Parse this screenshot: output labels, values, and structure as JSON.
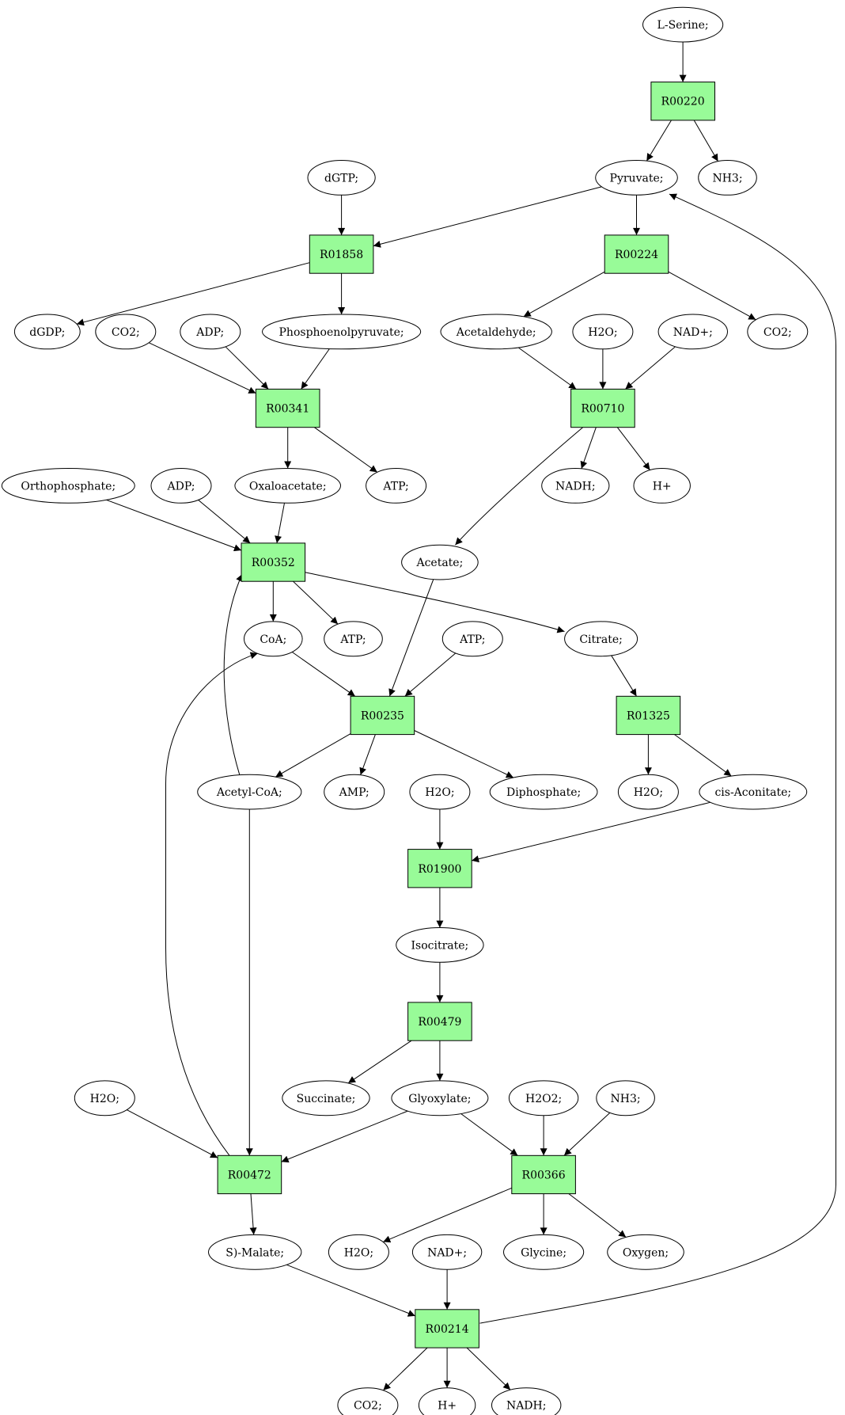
{
  "colors": {
    "reaction": "#98fb98",
    "start": "#00ee00",
    "target": "#ffff00",
    "compound": "#ffffff"
  },
  "nodes": [
    {
      "id": "serine",
      "label": "L-Serine;",
      "kind": "compound",
      "fill": "#00ee00"
    },
    {
      "id": "R00220",
      "label": "R00220",
      "kind": "reaction"
    },
    {
      "id": "pyruvate",
      "label": "Pyruvate;",
      "kind": "compound"
    },
    {
      "id": "nh3_a",
      "label": "NH3;",
      "kind": "compound"
    },
    {
      "id": "dgtp",
      "label": "dGTP;",
      "kind": "compound"
    },
    {
      "id": "R01858",
      "label": "R01858",
      "kind": "reaction"
    },
    {
      "id": "R00224",
      "label": "R00224",
      "kind": "reaction"
    },
    {
      "id": "dgdp",
      "label": "dGDP;",
      "kind": "compound"
    },
    {
      "id": "co2_a",
      "label": "CO2;",
      "kind": "compound"
    },
    {
      "id": "adp_a",
      "label": "ADP;",
      "kind": "compound"
    },
    {
      "id": "pep",
      "label": "Phosphoenolpyruvate;",
      "kind": "compound"
    },
    {
      "id": "acetaldehyde",
      "label": "Acetaldehyde;",
      "kind": "compound"
    },
    {
      "id": "h2o_a",
      "label": "H2O;",
      "kind": "compound"
    },
    {
      "id": "nadp_a",
      "label": "NAD+;",
      "kind": "compound"
    },
    {
      "id": "co2_b",
      "label": "CO2;",
      "kind": "compound"
    },
    {
      "id": "R00341",
      "label": "R00341",
      "kind": "reaction"
    },
    {
      "id": "R00710",
      "label": "R00710",
      "kind": "reaction"
    },
    {
      "id": "orthophosphate",
      "label": "Orthophosphate;",
      "kind": "compound"
    },
    {
      "id": "adp_b",
      "label": "ADP;",
      "kind": "compound"
    },
    {
      "id": "oxaloacetate",
      "label": "Oxaloacetate;",
      "kind": "compound"
    },
    {
      "id": "atp_a",
      "label": "ATP;",
      "kind": "compound"
    },
    {
      "id": "nadh_a",
      "label": "NADH;",
      "kind": "compound"
    },
    {
      "id": "hplus_a",
      "label": "H+",
      "kind": "compound"
    },
    {
      "id": "R00352",
      "label": "R00352",
      "kind": "reaction"
    },
    {
      "id": "acetate",
      "label": "Acetate;",
      "kind": "compound"
    },
    {
      "id": "coa",
      "label": "CoA;",
      "kind": "compound"
    },
    {
      "id": "atp_b",
      "label": "ATP;",
      "kind": "compound"
    },
    {
      "id": "atp_c",
      "label": "ATP;",
      "kind": "compound"
    },
    {
      "id": "citrate",
      "label": "Citrate;",
      "kind": "compound"
    },
    {
      "id": "R00235",
      "label": "R00235",
      "kind": "reaction"
    },
    {
      "id": "R01325",
      "label": "R01325",
      "kind": "reaction"
    },
    {
      "id": "acetylcoa",
      "label": "Acetyl-CoA;",
      "kind": "compound"
    },
    {
      "id": "amp",
      "label": "AMP;",
      "kind": "compound"
    },
    {
      "id": "h2o_b",
      "label": "H2O;",
      "kind": "compound"
    },
    {
      "id": "diphosphate",
      "label": "Diphosphate;",
      "kind": "compound"
    },
    {
      "id": "h2o_c",
      "label": "H2O;",
      "kind": "compound"
    },
    {
      "id": "cisaconitate",
      "label": "cis-Aconitate;",
      "kind": "compound"
    },
    {
      "id": "R01900",
      "label": "R01900",
      "kind": "reaction"
    },
    {
      "id": "isocitrate",
      "label": "Isocitrate;",
      "kind": "compound"
    },
    {
      "id": "R00479",
      "label": "R00479",
      "kind": "reaction"
    },
    {
      "id": "h2o_d",
      "label": "H2O;",
      "kind": "compound"
    },
    {
      "id": "succinate",
      "label": "Succinate;",
      "kind": "compound"
    },
    {
      "id": "glyoxylate",
      "label": "Glyoxylate;",
      "kind": "compound"
    },
    {
      "id": "h2o2",
      "label": "H2O2;",
      "kind": "compound"
    },
    {
      "id": "nh3_b",
      "label": "NH3;",
      "kind": "compound"
    },
    {
      "id": "R00472",
      "label": "R00472",
      "kind": "reaction"
    },
    {
      "id": "R00366",
      "label": "R00366",
      "kind": "reaction"
    },
    {
      "id": "smalate",
      "label": "S)-Malate;",
      "kind": "compound"
    },
    {
      "id": "h2o_e",
      "label": "H2O;",
      "kind": "compound"
    },
    {
      "id": "nadp_b",
      "label": "NAD+;",
      "kind": "compound"
    },
    {
      "id": "glycine",
      "label": "Glycine;",
      "kind": "compound",
      "fill": "#ffff00"
    },
    {
      "id": "oxygen",
      "label": "Oxygen;",
      "kind": "compound"
    },
    {
      "id": "R00214",
      "label": "R00214",
      "kind": "reaction"
    },
    {
      "id": "co2_c",
      "label": "CO2;",
      "kind": "compound"
    },
    {
      "id": "hplus_b",
      "label": "H+",
      "kind": "compound"
    },
    {
      "id": "nadh_b",
      "label": "NADH;",
      "kind": "compound"
    }
  ],
  "edges": [
    {
      "from": "serine",
      "to": "R00220"
    },
    {
      "from": "R00220",
      "to": "pyruvate"
    },
    {
      "from": "R00220",
      "to": "nh3_a"
    },
    {
      "from": "dgtp",
      "to": "R01858"
    },
    {
      "from": "pyruvate",
      "to": "R01858"
    },
    {
      "from": "pyruvate",
      "to": "R00224"
    },
    {
      "from": "R01858",
      "to": "dgdp"
    },
    {
      "from": "R01858",
      "to": "pep"
    },
    {
      "from": "R00224",
      "to": "acetaldehyde"
    },
    {
      "from": "R00224",
      "to": "co2_b"
    },
    {
      "from": "co2_a",
      "to": "R00341"
    },
    {
      "from": "adp_a",
      "to": "R00341"
    },
    {
      "from": "pep",
      "to": "R00341"
    },
    {
      "from": "acetaldehyde",
      "to": "R00710"
    },
    {
      "from": "h2o_a",
      "to": "R00710"
    },
    {
      "from": "nadp_a",
      "to": "R00710"
    },
    {
      "from": "R00341",
      "to": "oxaloacetate"
    },
    {
      "from": "R00341",
      "to": "atp_a"
    },
    {
      "from": "R00710",
      "to": "nadh_a"
    },
    {
      "from": "R00710",
      "to": "hplus_a"
    },
    {
      "from": "R00710",
      "to": "acetate"
    },
    {
      "from": "orthophosphate",
      "to": "R00352"
    },
    {
      "from": "adp_b",
      "to": "R00352"
    },
    {
      "from": "oxaloacetate",
      "to": "R00352"
    },
    {
      "from": "R00352",
      "to": "coa"
    },
    {
      "from": "R00352",
      "to": "atp_b"
    },
    {
      "from": "R00352",
      "to": "citrate"
    },
    {
      "from": "coa",
      "to": "R00235"
    },
    {
      "from": "acetate",
      "to": "R00235"
    },
    {
      "from": "atp_c",
      "to": "R00235"
    },
    {
      "from": "citrate",
      "to": "R01325"
    },
    {
      "from": "R00235",
      "to": "acetylcoa"
    },
    {
      "from": "R00235",
      "to": "amp"
    },
    {
      "from": "R00235",
      "to": "diphosphate"
    },
    {
      "from": "acetylcoa",
      "to": "R00352"
    },
    {
      "from": "R01325",
      "to": "h2o_c"
    },
    {
      "from": "R01325",
      "to": "cisaconitate"
    },
    {
      "from": "h2o_b",
      "to": "R01900"
    },
    {
      "from": "cisaconitate",
      "to": "R01900"
    },
    {
      "from": "R01900",
      "to": "isocitrate"
    },
    {
      "from": "isocitrate",
      "to": "R00479"
    },
    {
      "from": "R00479",
      "to": "succinate"
    },
    {
      "from": "R00479",
      "to": "glyoxylate"
    },
    {
      "from": "h2o_d",
      "to": "R00472"
    },
    {
      "from": "glyoxylate",
      "to": "R00472"
    },
    {
      "from": "acetylcoa",
      "to": "R00472"
    },
    {
      "from": "R00472",
      "to": "coa"
    },
    {
      "from": "glyoxylate",
      "to": "R00366"
    },
    {
      "from": "h2o2",
      "to": "R00366"
    },
    {
      "from": "nh3_b",
      "to": "R00366"
    },
    {
      "from": "R00472",
      "to": "smalate"
    },
    {
      "from": "R00366",
      "to": "h2o_e"
    },
    {
      "from": "R00366",
      "to": "glycine"
    },
    {
      "from": "R00366",
      "to": "oxygen"
    },
    {
      "from": "smalate",
      "to": "R00214"
    },
    {
      "from": "nadp_b",
      "to": "R00214"
    },
    {
      "from": "R00214",
      "to": "co2_c"
    },
    {
      "from": "R00214",
      "to": "hplus_b"
    },
    {
      "from": "R00214",
      "to": "nadh_b"
    },
    {
      "from": "R00214",
      "to": "pyruvate"
    }
  ]
}
